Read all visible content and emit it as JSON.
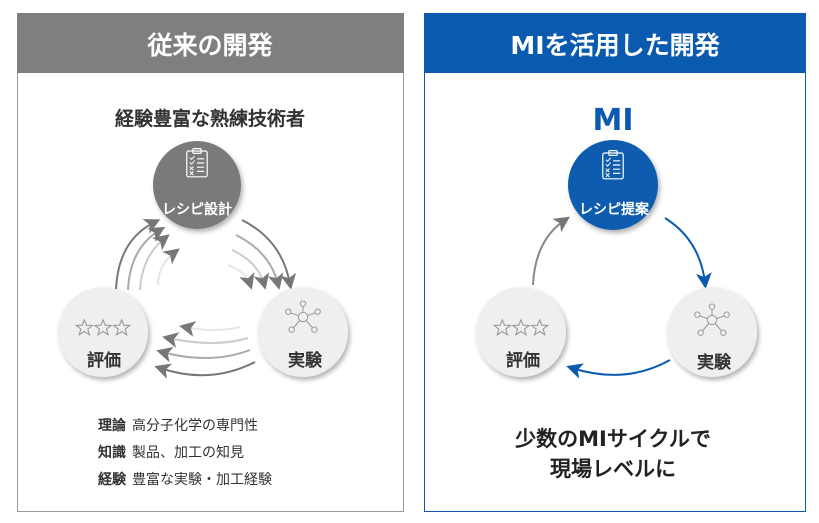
{
  "colors": {
    "gray_header": "#7f7f7f",
    "blue": "#0a5bb0",
    "circle_gray": "#7a7a7a",
    "circle_light": "#efefef",
    "text_dark": "#333333"
  },
  "left": {
    "title": "従来の開発",
    "subtitle": "経験豊富な熟練技術者",
    "nodes": {
      "design": "レシピ設計",
      "experiment": "実験",
      "evaluation": "評価"
    },
    "knowledge": [
      {
        "term": "理論",
        "desc": "高分子化学の専門性"
      },
      {
        "term": "知識",
        "desc": "製品、加工の知見"
      },
      {
        "term": "経験",
        "desc": "豊富な実験・加工経験"
      }
    ]
  },
  "right": {
    "title": "MIを活用した開発",
    "subtitle": "MI",
    "nodes": {
      "design": "レシピ提案",
      "experiment": "実験",
      "evaluation": "評価"
    },
    "conclusion": [
      "少数のMIサイクルで",
      "現場レベルに"
    ]
  },
  "icons": {
    "design": "clipboard-checklist-icon",
    "experiment": "network-nodes-icon",
    "evaluation": "three-stars-icon"
  }
}
